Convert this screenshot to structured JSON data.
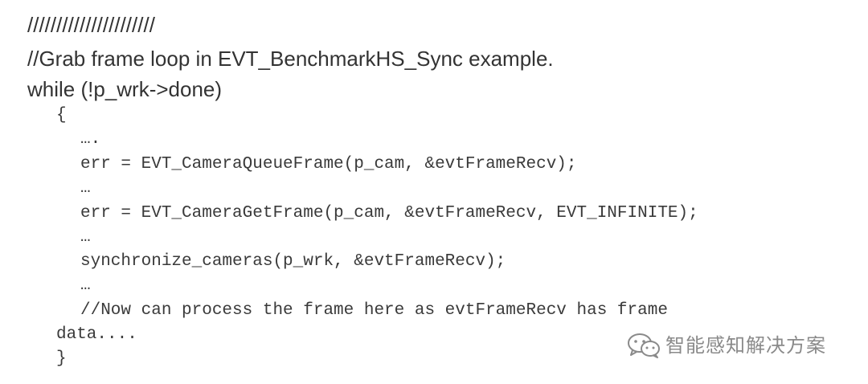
{
  "header": {
    "slashes": "//////////////////////",
    "comment": "//Grab frame loop in EVT_BenchmarkHS_Sync example.",
    "while_line": "while (!p_wrk->done)"
  },
  "code": {
    "open_brace": "{",
    "line_ellipsis_1": "….",
    "line_queue": "err = EVT_CameraQueueFrame(p_cam, &evtFrameRecv);",
    "line_ellipsis_2": "…",
    "line_get": "err = EVT_CameraGetFrame(p_cam, &evtFrameRecv, EVT_INFINITE);",
    "line_ellipsis_3": "…",
    "line_sync": "synchronize_cameras(p_wrk, &evtFrameRecv);",
    "line_ellipsis_4": "…",
    "line_comment_1": "//Now can process the frame here as evtFrameRecv has frame",
    "line_comment_2": "data....",
    "close_brace": "}"
  },
  "watermark": {
    "text": "智能感知解决方案",
    "icon": "wechat-icon",
    "color": "#8a8a8a"
  }
}
